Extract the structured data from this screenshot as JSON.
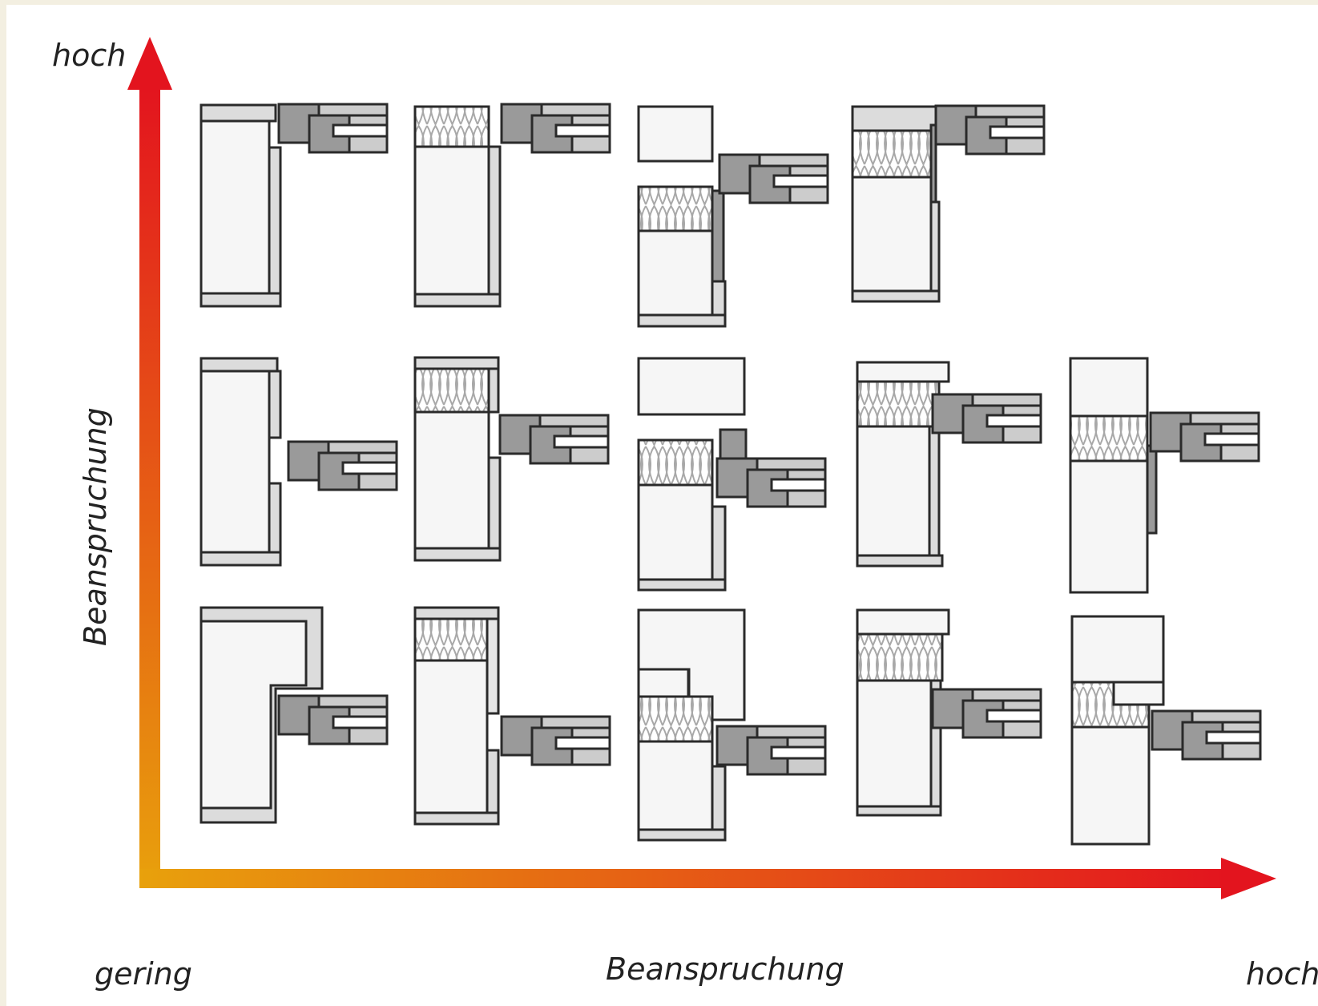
{
  "axes": {
    "y_high_label": "hoch",
    "y_axis_label": "Beanspruchung",
    "origin_label": "gering",
    "x_axis_label": "Beanspruchung",
    "x_high_label": "hoch",
    "gradient_start": "#e8a10c",
    "gradient_end": "#e3141e"
  },
  "details": {
    "count": 14,
    "rows": 3,
    "colors": {
      "line": "#2a2a2a",
      "wall_fill": "#f6f6f6",
      "plaster_fill": "#dcdcdc",
      "frame_dark": "#9a9a9a",
      "frame_light": "#cccccc",
      "insulation_fill": "#ffffff",
      "insulation_pattern": "#a8a8a8"
    }
  }
}
